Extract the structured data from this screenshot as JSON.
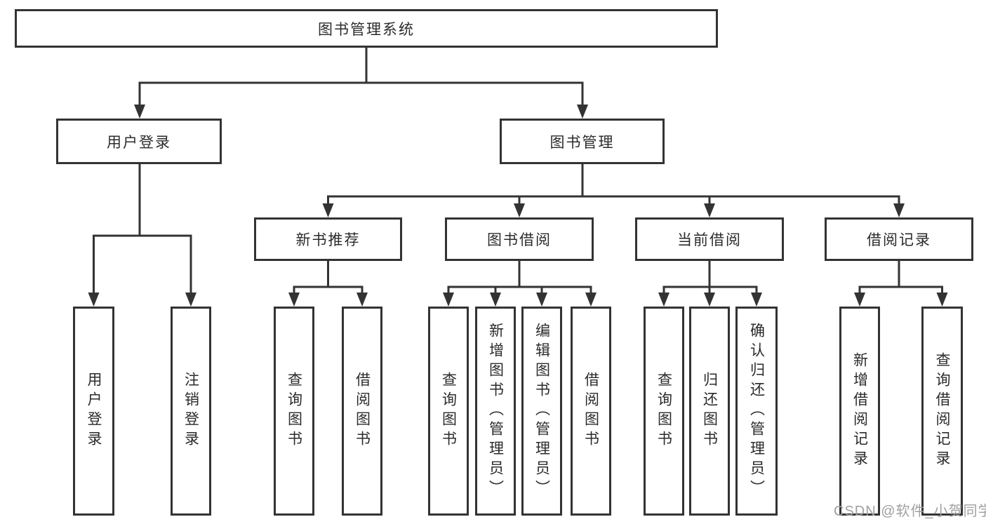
{
  "diagram": {
    "type": "hierarchy-tree",
    "title": "图书管理系统"
  },
  "colors": {
    "line": "#333333",
    "box_border": "#333333",
    "box_background": "#ffffff",
    "text": "#2b2b2b",
    "watermark": "#a0a0a0",
    "page_background": "#ffffff"
  },
  "tree": {
    "root": {
      "label": "图书管理系统",
      "children": [
        {
          "label": "用户登录",
          "children": [
            {
              "label": "用户登录"
            },
            {
              "label": "注销登录"
            }
          ]
        },
        {
          "label": "图书管理",
          "children": [
            {
              "label": "新书推荐",
              "children": [
                {
                  "label": "查询图书"
                },
                {
                  "label": "借阅图书"
                }
              ]
            },
            {
              "label": "图书借阅",
              "children": [
                {
                  "label": "查询图书"
                },
                {
                  "label": "新增图书（管理员）"
                },
                {
                  "label": "编辑图书（管理员）"
                },
                {
                  "label": "借阅图书"
                }
              ]
            },
            {
              "label": "当前借阅",
              "children": [
                {
                  "label": "查询图书"
                },
                {
                  "label": "归还图书"
                },
                {
                  "label": "确认归还（管理员）"
                }
              ]
            },
            {
              "label": "借阅记录",
              "children": [
                {
                  "label": "新增借阅记录"
                },
                {
                  "label": "查询借阅记录"
                }
              ]
            }
          ]
        }
      ]
    }
  },
  "watermark": {
    "text": "CSDN @软件_小贺同学"
  }
}
